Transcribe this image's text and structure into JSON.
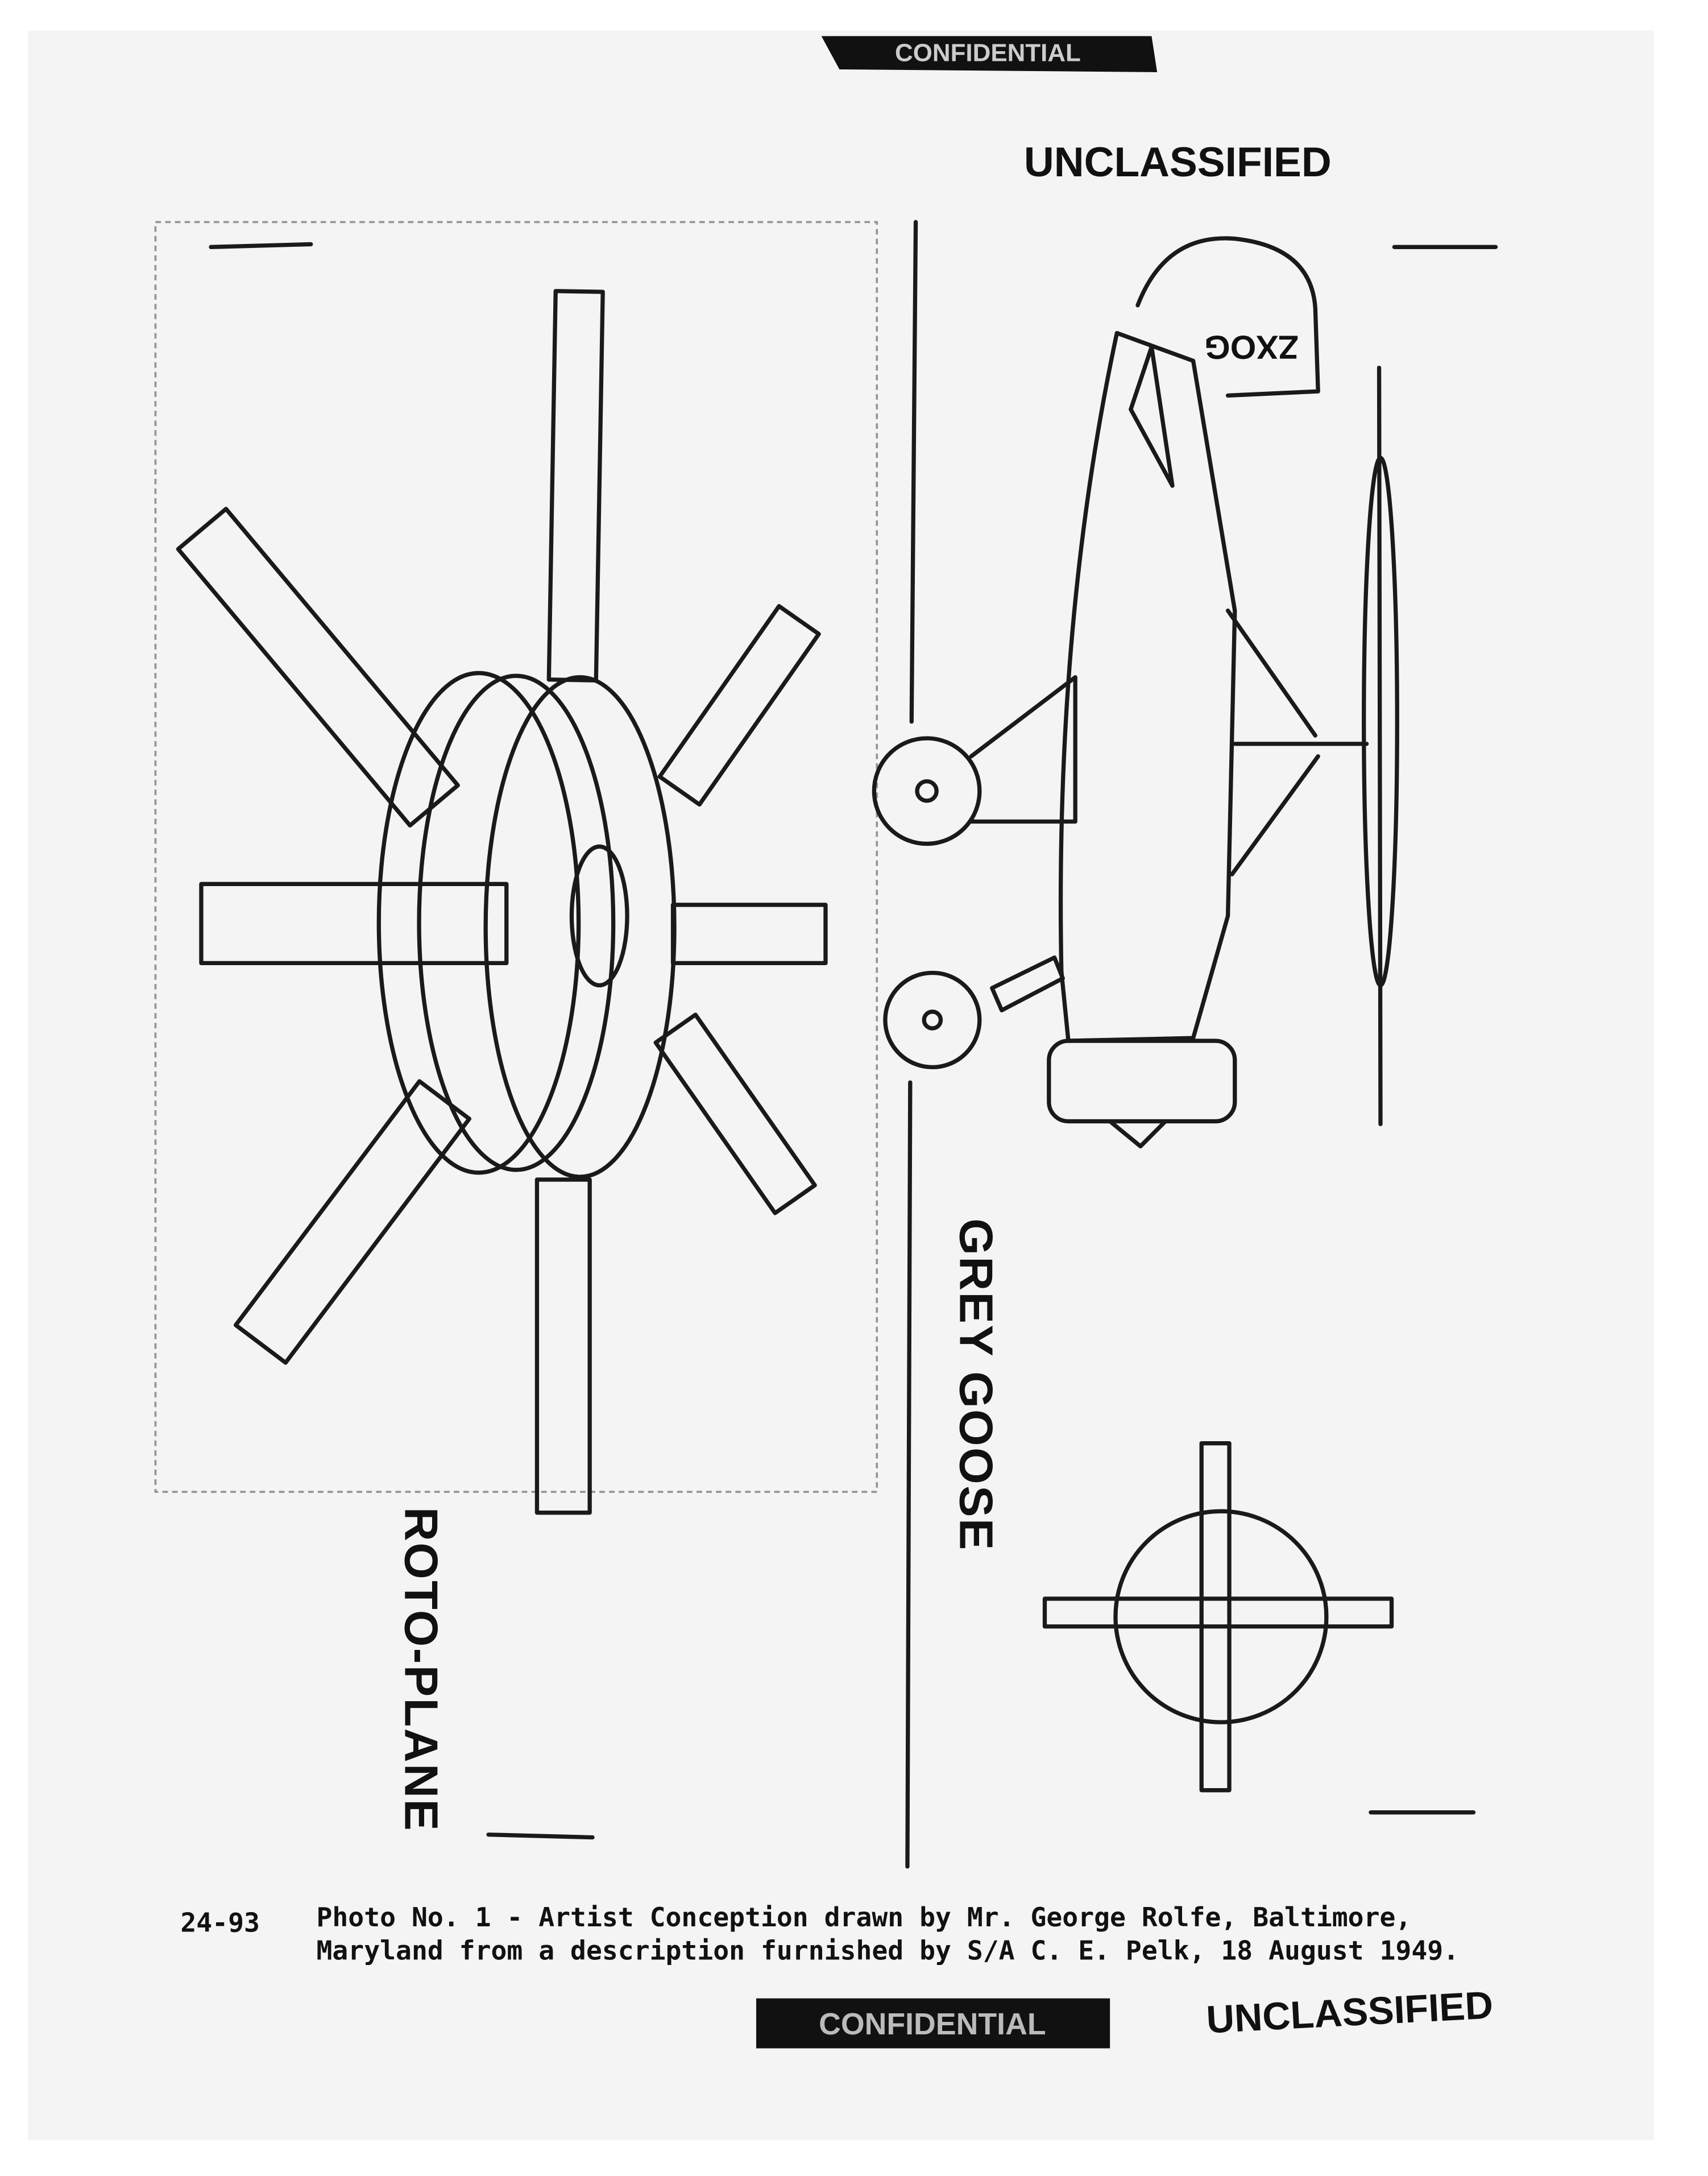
{
  "stamps": {
    "top_confidential": "CONFIDENTIAL",
    "top_unclassified": "UNCLASSIFIED",
    "bottom_confidential": "CONFIDENTIAL",
    "bottom_unclassified": "UNCLASSIFIED"
  },
  "drawing": {
    "left_label": "ROTO-PLANE",
    "right_label": "GREY GOOSE",
    "tail_marking": "ZXOG"
  },
  "caption": {
    "number": "24-93",
    "line1": "Photo No. 1 - Artist Conception drawn by Mr. George Rolfe, Baltimore,",
    "line2": "Maryland from a description furnished by S/A C. E. Pelk, 18 August 1949."
  }
}
